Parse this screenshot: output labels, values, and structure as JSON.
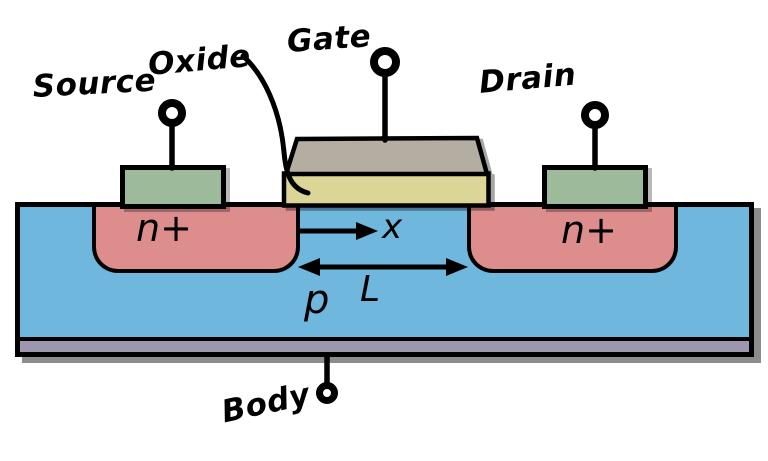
{
  "title": "MOSFET cross-section diagram",
  "labels": {
    "source": "Source",
    "oxide": "Oxide",
    "gate": "Gate",
    "drain": "Drain",
    "body": "Body",
    "n_plus_left": "n+",
    "n_plus_right": "n+",
    "p_substrate": "p",
    "x_axis": "x",
    "channel_length": "L"
  },
  "colors": {
    "substrate_blue": "#6FB7DC",
    "n_plus_pink": "#DE8D8D",
    "oxide_khaki": "#DBD597",
    "gate_gray": "#B3ADA2",
    "contact_green": "#9DBB9B",
    "body_contact_gray": "#9C96AE",
    "outline_black": "#000000",
    "background": "#FFFFFF"
  }
}
